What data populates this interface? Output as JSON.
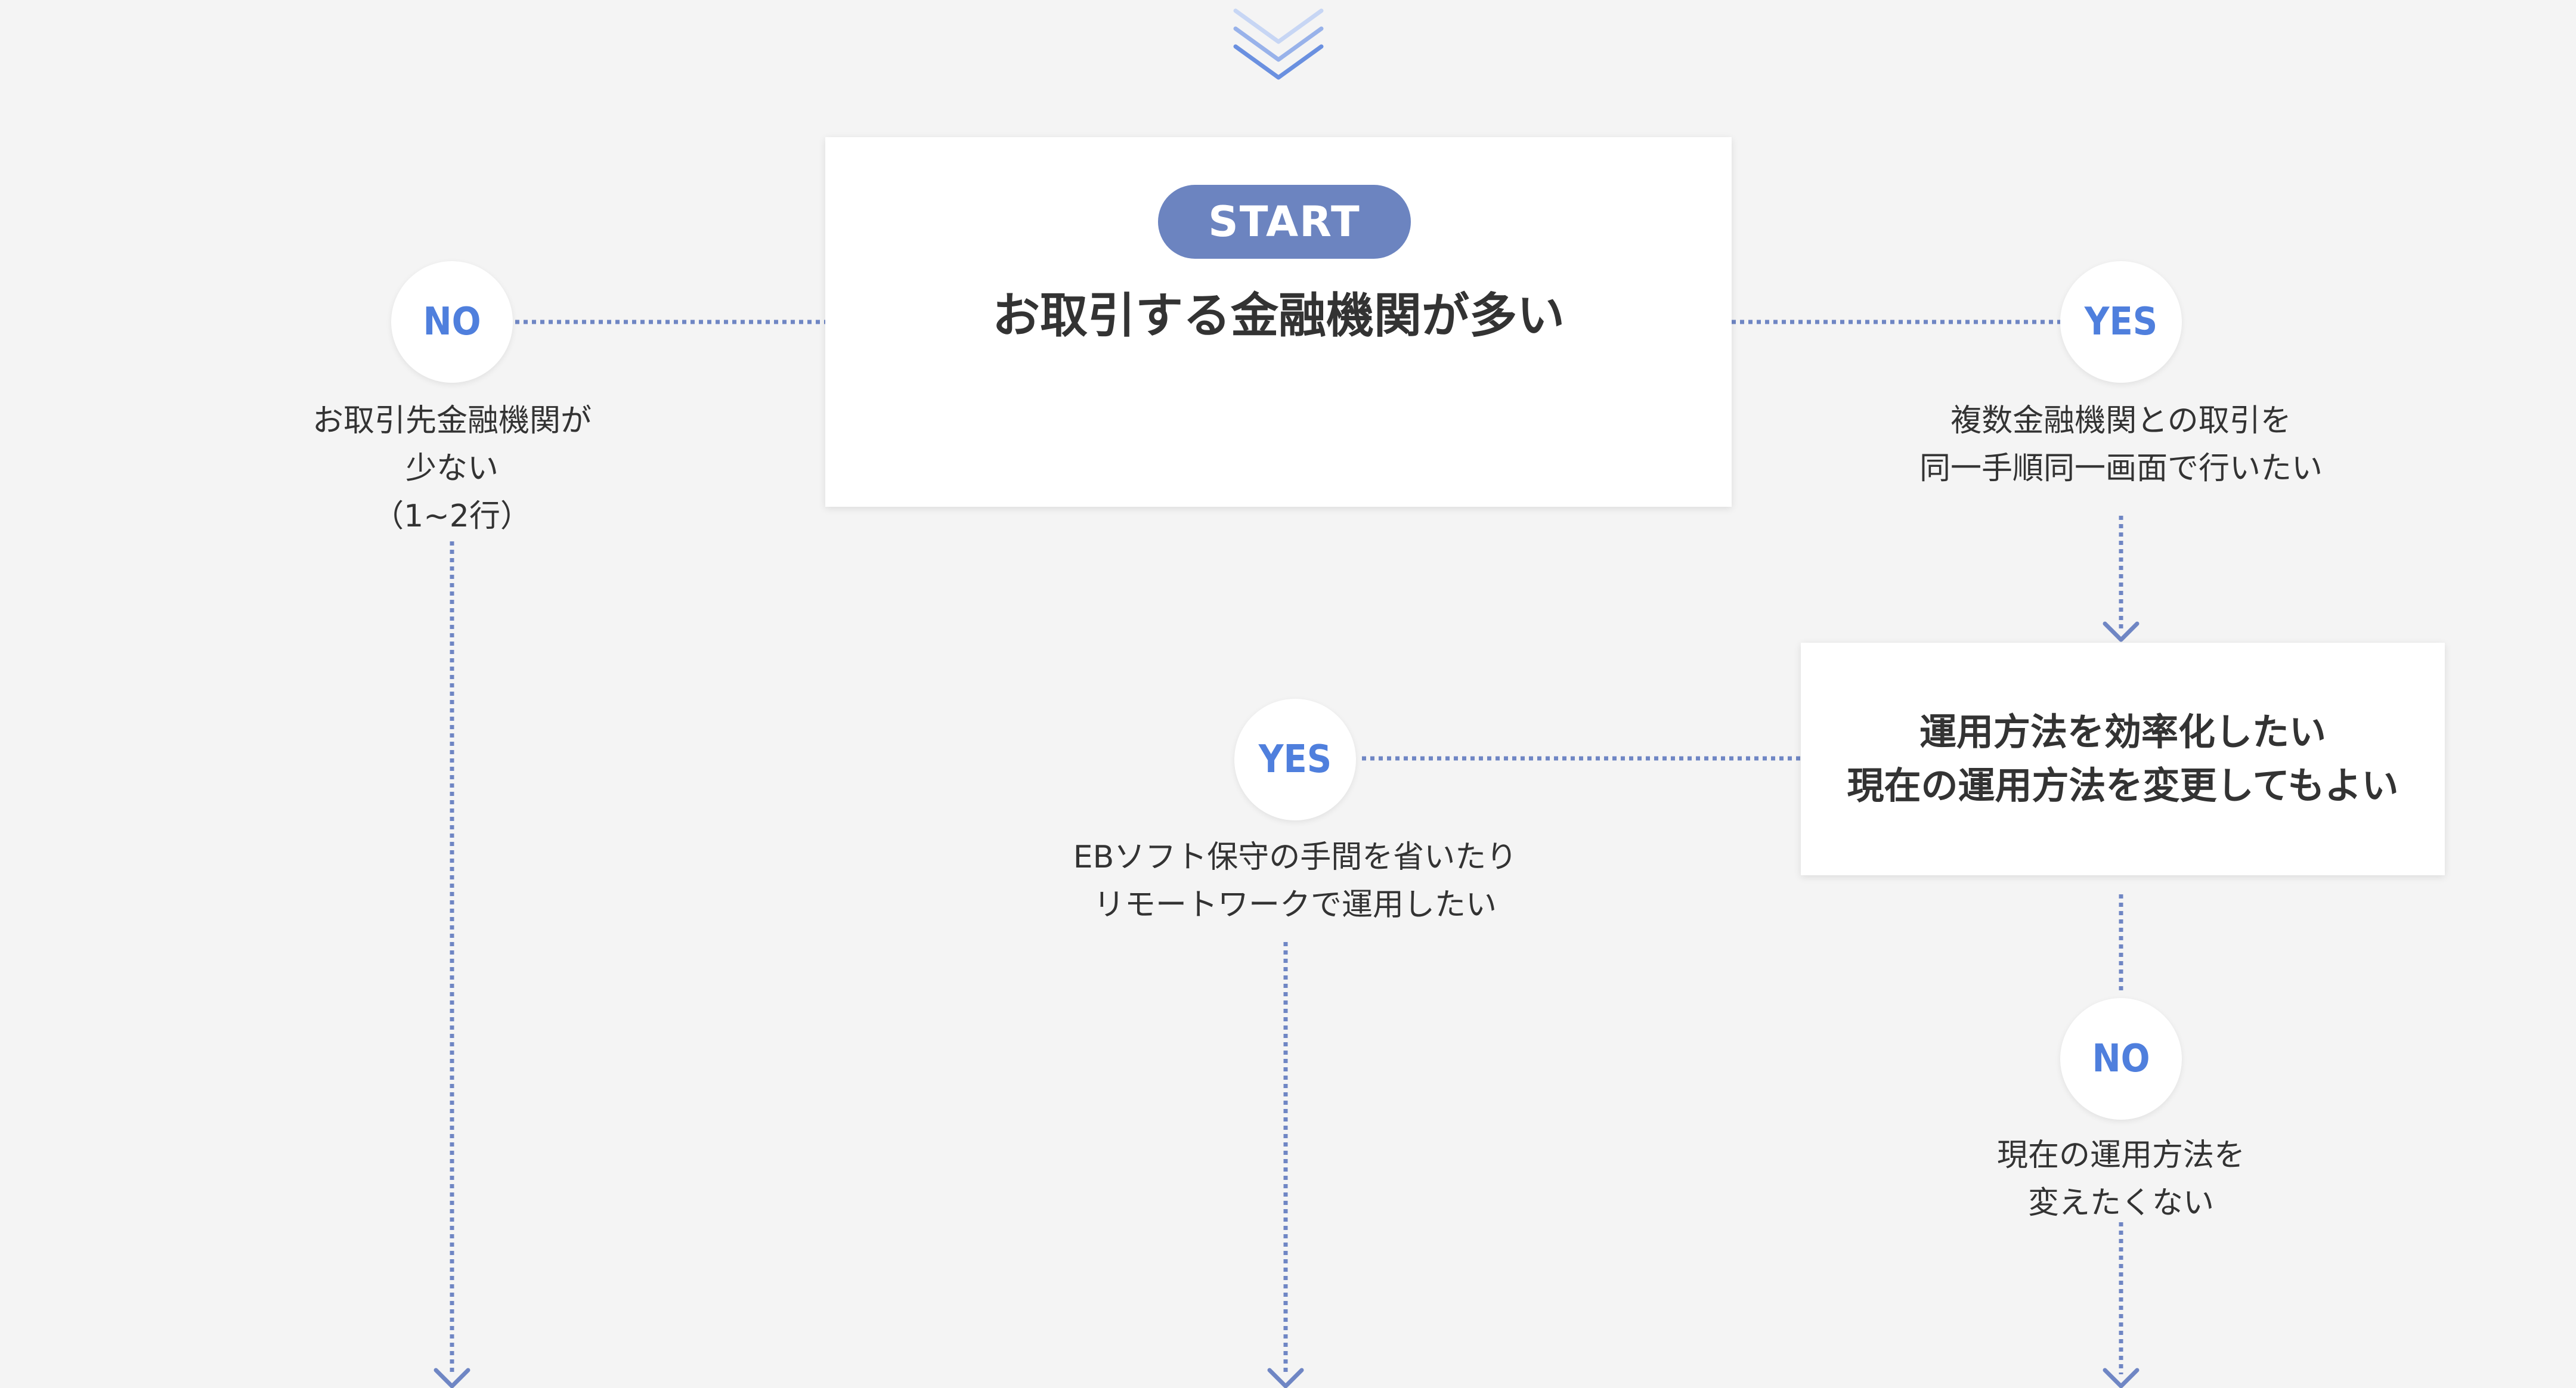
{
  "flow": {
    "start_label": "START",
    "main_question": "お取引する金融機関が多い",
    "no_badge_1": "NO",
    "no_note_1": [
      "お取引先金融機関が",
      "少ない",
      "（1~2行）"
    ],
    "yes_badge_1": "YES",
    "yes_note_1": [
      "複数金融機関との取引を",
      "同一手順同一画面で行いたい"
    ],
    "question_2": [
      "運用方法を効率化したい",
      "現在の運用方法を変更してもよい"
    ],
    "yes_badge_2": "YES",
    "yes_note_2": [
      "EBソフト保守の手間を省いたり",
      "リモートワークで運用したい"
    ],
    "no_badge_2": "NO",
    "no_note_2": [
      "現在の運用方法を",
      "変えたくない"
    ]
  }
}
